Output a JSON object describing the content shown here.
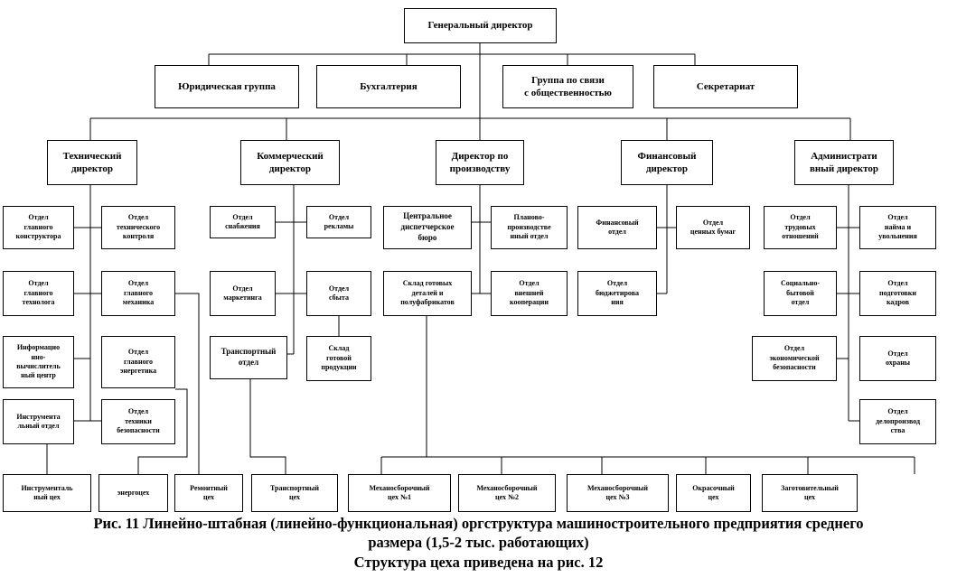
{
  "top": {
    "ceo": "Генеральный директор",
    "legal": "Юридическая группа",
    "accounting": "Бухгалтерия",
    "pr": "Группа по связи\nс общественностью",
    "secretariat": "Секретариат"
  },
  "directors": {
    "technical": "Технический\nдиректор",
    "commercial": "Коммерческий\nдиректор",
    "production": "Директор по\nпроизводству",
    "financial": "Финансовый\nдиректор",
    "admin": "Администрати\nвный директор"
  },
  "technical": {
    "chief_designer": "Отдел\nглавного\nконструктора",
    "tech_control": "Отдел\nтехнического\nконтроля",
    "chief_technologist": "Отдел\nглавного\nтехнолога",
    "chief_mechanic": "Отдел\nглавного\nмеханика",
    "info_center": "Информацио\nнно-\nвычислитель\nный центр",
    "chief_power": "Отдел\nглавного\nэнергетика",
    "tool_dept": "Инструмента\nльный отдел",
    "safety": "Отдел\nтехники\nбезопасности"
  },
  "commercial": {
    "supply": "Отдел\nснабжения",
    "advertising": "Отдел\nрекламы",
    "marketing": "Отдел\nмаркетинга",
    "sales": "Отдел\nсбыта",
    "transport": "Транспортный\nотдел",
    "finished_goods": "Склад\nготовой\nпродукции"
  },
  "production": {
    "dispatch": "Центральное\nдиспетчерское\nбюро",
    "planning": "Планово-\nпроизводстве\nнный отдел",
    "warehouse": "Склад готовых\nдеталей и\nполуфабрикатов",
    "cooperation": "Отдел\nвнешней\nкооперации"
  },
  "financial": {
    "fin_dept": "Финансовый\nотдел",
    "securities": "Отдел\nценных бумаг",
    "budgeting": "Отдел\nбюджетирова\nния"
  },
  "admin": {
    "labor": "Отдел\nтрудовых\nотношений",
    "hiring": "Отдел\nнайма и\nувольнения",
    "social": "Социально-\nбытовой\nотдел",
    "training": "Отдел\nподготовки\nкадров",
    "econ_security": "Отдел\nэкономической\nбезопасности",
    "security": "Отдел\nохраны",
    "document": "Отдел\nделопроизвод\nства"
  },
  "shops": {
    "tool_shop": "Инструменталь\nный цех",
    "energy_shop": "энергоцех",
    "repair_shop": "Ремонтный\nцех",
    "transport_shop": "Транспортный\nцех",
    "assembly1": "Механосборочный\nцех №1",
    "assembly2": "Механосборочный\nцех №2",
    "assembly3": "Механосборочный\nцех №3",
    "painting": "Окрасочный\nцех",
    "procurement": "Заготовительный\nцех"
  },
  "caption": {
    "line1": "Рис. 11 Линейно-штабная (линейно-функциональная) оргструктура машиностроительного предприятия среднего",
    "line2": "размера (1,5-2 тыс. работающих)",
    "line3": "Структура цеха приведена на рис. 12"
  }
}
